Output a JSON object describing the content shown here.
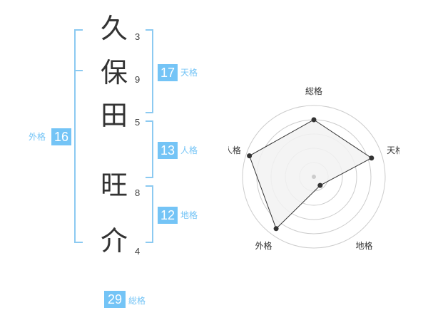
{
  "name": {
    "characters": [
      {
        "char": "久",
        "strokes": "3"
      },
      {
        "char": "保",
        "strokes": "9"
      },
      {
        "char": "田",
        "strokes": "5"
      },
      {
        "char": "旺",
        "strokes": "8"
      },
      {
        "char": "介",
        "strokes": "4"
      }
    ]
  },
  "fortune": {
    "tenkaku": {
      "value": "17",
      "label": "天格"
    },
    "jinkaku": {
      "value": "13",
      "label": "人格"
    },
    "chikaku": {
      "value": "12",
      "label": "地格"
    },
    "gaikaku": {
      "value": "16",
      "label": "外格"
    },
    "soukaku": {
      "value": "29",
      "label": "総格"
    }
  },
  "chart_data": {
    "type": "radar",
    "axes": [
      "総格",
      "天格",
      "地格",
      "外格",
      "人格"
    ],
    "values": [
      0.8,
      0.85,
      0.15,
      0.9,
      0.95
    ],
    "range": [
      0,
      1
    ],
    "rings": 5,
    "fill_color": "#f2f2f2",
    "line_color": "#333333",
    "ring_color": "#cccccc"
  },
  "colors": {
    "accent": "#74c4f6",
    "bracket": "#8ccaf1"
  }
}
